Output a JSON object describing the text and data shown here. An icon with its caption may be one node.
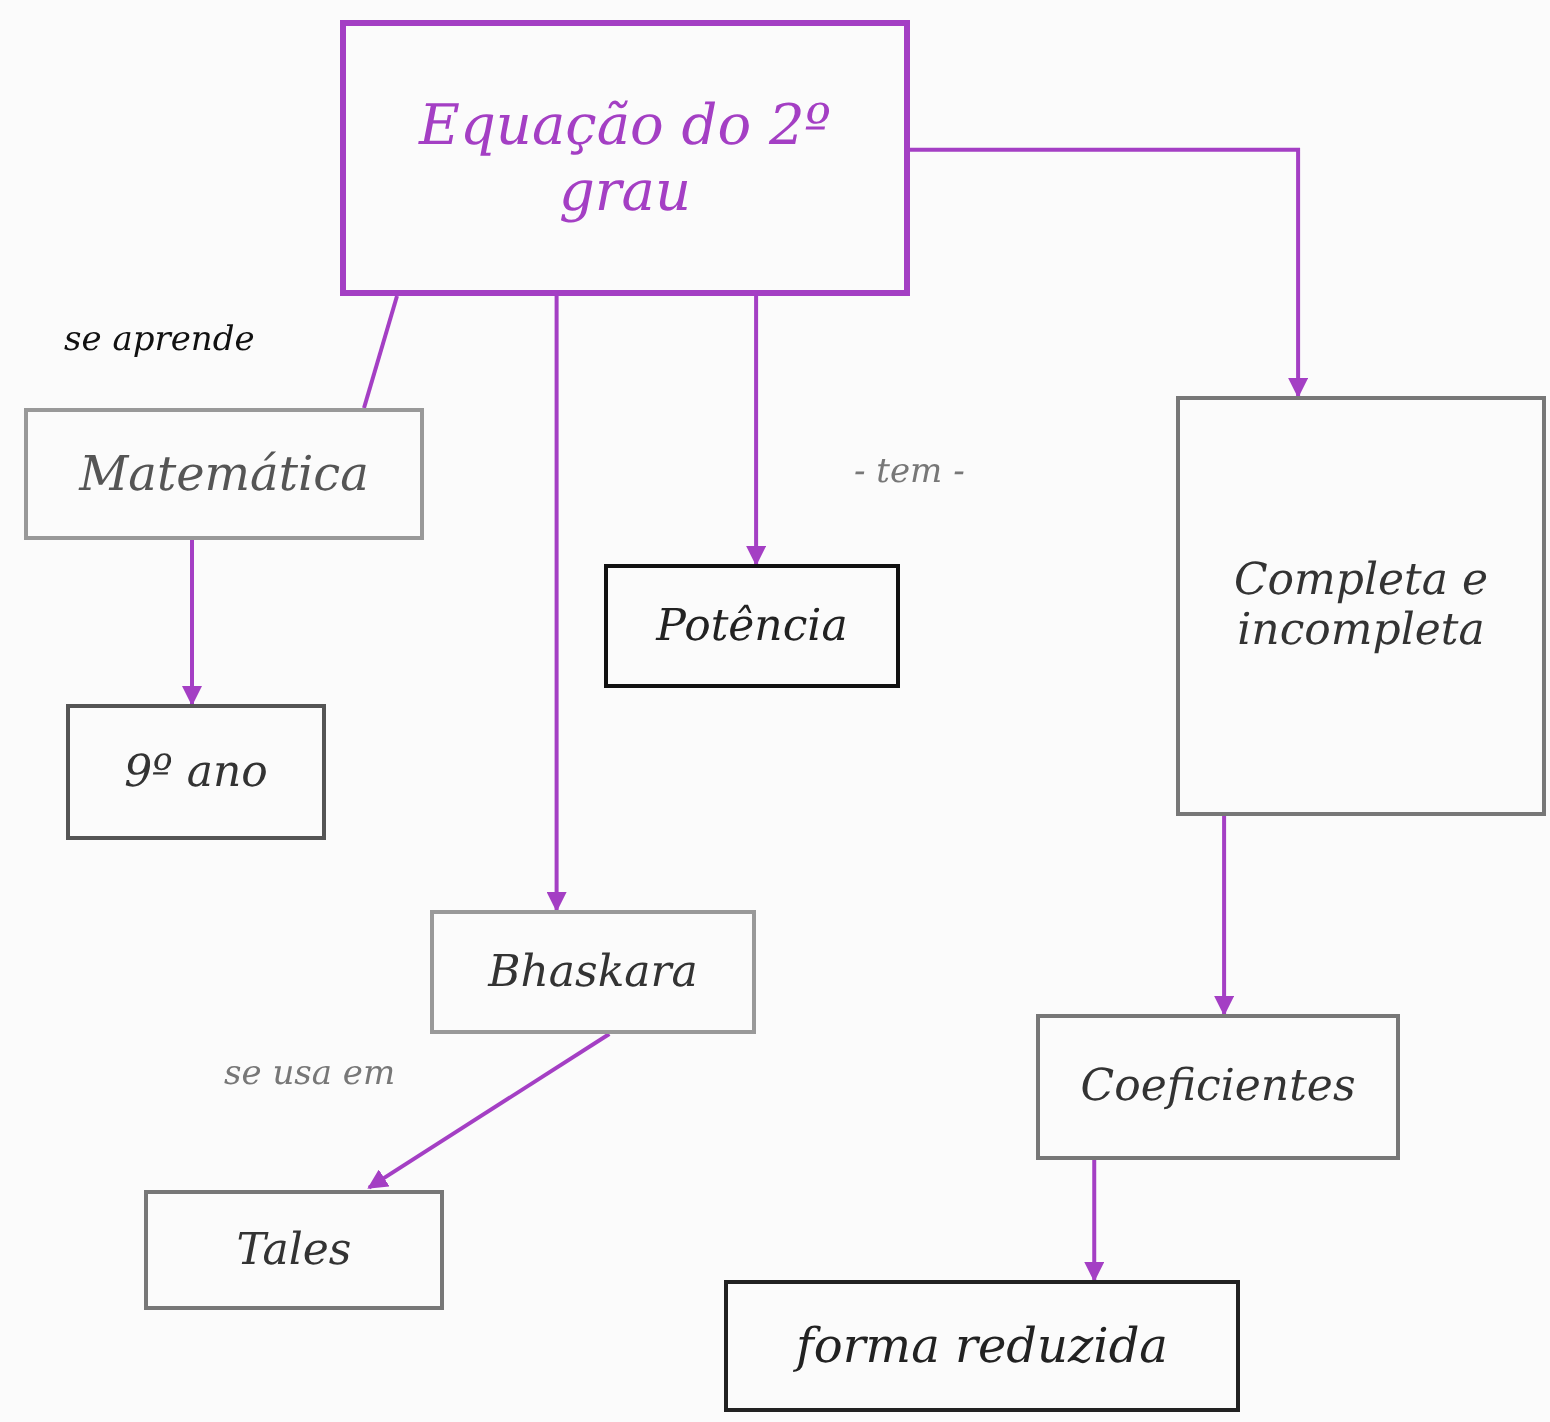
{
  "diagram": {
    "nodes": [
      {
        "text": [
          "Equação do 2º grau"
        ]
      },
      {
        "text": [
          "Matemática"
        ]
      },
      {
        "text": [
          "9º ano"
        ]
      },
      {
        "text": [
          "Potência"
        ]
      },
      {
        "text": [
          "Bhaskara"
        ]
      },
      {
        "text": [
          "Tales"
        ]
      },
      {
        "text": [
          "Completa e incompleta"
        ]
      },
      {
        "text": [
          "Coeficientes"
        ]
      },
      {
        "text": [
          "forma reduzida"
        ]
      }
    ],
    "edges": [
      {
        "from": 0,
        "to": 1,
        "arrow": "none",
        "label": "se aprende"
      },
      {
        "from": 1,
        "to": 2,
        "arrow": "to"
      },
      {
        "from": 0,
        "to": 4,
        "arrow": "to"
      },
      {
        "from": 0,
        "to": 3,
        "arrow": "to",
        "label": "- tem -"
      },
      {
        "from": 0,
        "to": 6,
        "arrow": "to"
      },
      {
        "from": 4,
        "to": 5,
        "arrow": "to",
        "label": "se usa em"
      },
      {
        "from": 6,
        "to": 7,
        "arrow": "to"
      },
      {
        "from": 7,
        "to": 8,
        "arrow": "to"
      }
    ]
  }
}
